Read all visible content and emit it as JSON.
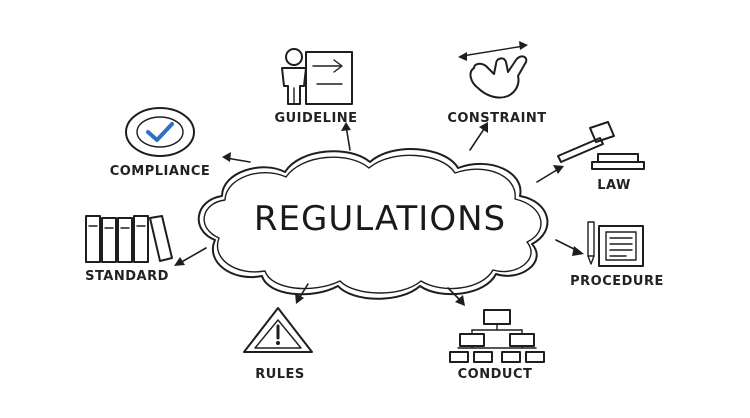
{
  "center": {
    "label": "REGULATIONS"
  },
  "nodes": [
    {
      "id": "guideline",
      "label": "GUIDELINE",
      "icon": "door-exit-icon",
      "color": "#e8385c"
    },
    {
      "id": "constraint",
      "label": "CONSTRAINT",
      "icon": "hand-gesture-icon",
      "color": "#2f6fc4"
    },
    {
      "id": "law",
      "label": "LAW",
      "icon": "gavel-icon",
      "color": "#e3e23a"
    },
    {
      "id": "procedure",
      "label": "PROCEDURE",
      "icon": "document-icon",
      "color": "#2f6fc4"
    },
    {
      "id": "conduct",
      "label": "CONDUCT",
      "icon": "org-chart-icon",
      "color": "#e8385c"
    },
    {
      "id": "rules",
      "label": "RULES",
      "icon": "warning-icon",
      "color": "#2f6fc4"
    },
    {
      "id": "standard",
      "label": "STANDARD",
      "icon": "binders-icon",
      "color": "#e3e23a"
    },
    {
      "id": "compliance",
      "label": "COMPLIANCE",
      "icon": "check-badge-icon",
      "color": "#2f6fc4"
    }
  ]
}
